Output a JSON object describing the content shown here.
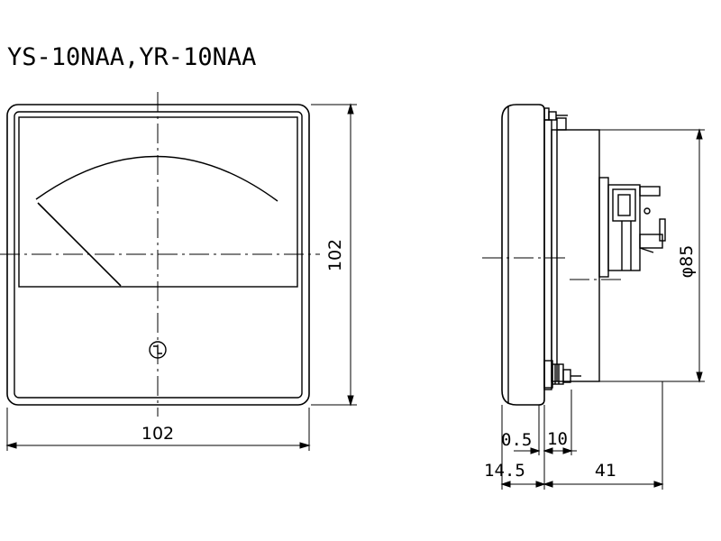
{
  "title": "YS-10NAA,YR-10NAA",
  "dimensions": {
    "front_width": "102",
    "front_height": "102",
    "body_diameter": "φ85",
    "bezel_offset": "0.5",
    "flange_thickness": "14.5",
    "terminal_offset": "10",
    "body_depth": "41"
  },
  "colors": {
    "line": "#000000",
    "background": "#ffffff"
  }
}
